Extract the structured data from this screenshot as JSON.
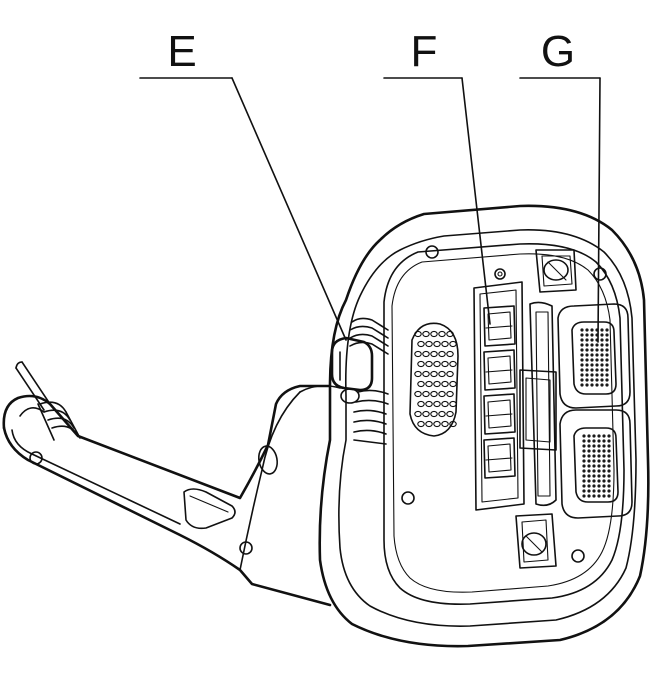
{
  "labels": {
    "e": "E",
    "f": "F",
    "g": "G"
  },
  "colors": {
    "line": "#111111",
    "background": "#ffffff"
  }
}
